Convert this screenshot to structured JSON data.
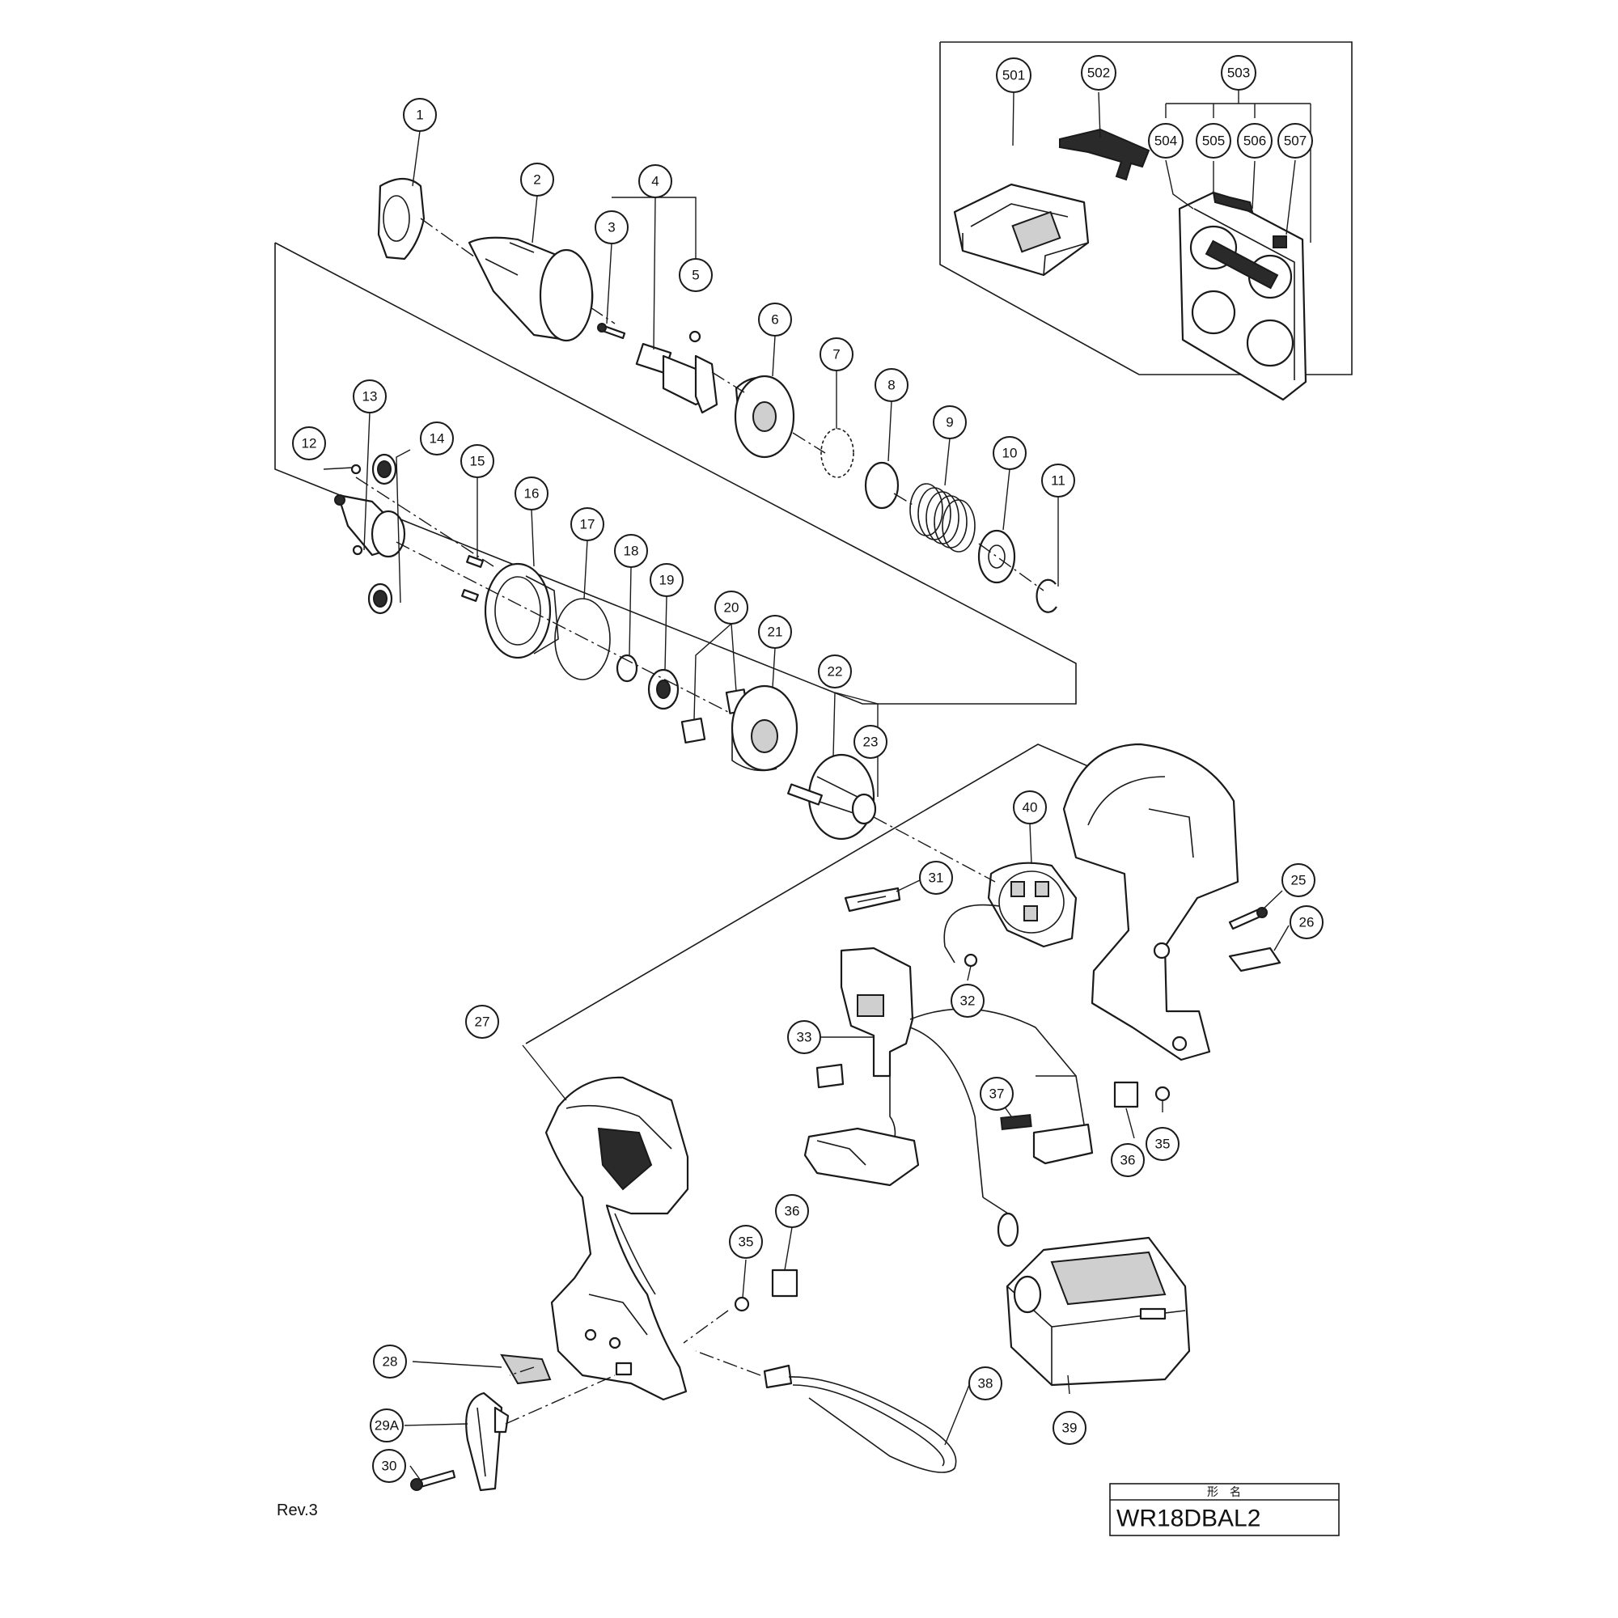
{
  "revision": "Rev.3",
  "title_block": {
    "header": "形　名",
    "model": "WR18DBAL2"
  },
  "parts": [
    "1",
    "2",
    "3",
    "4",
    "5",
    "6",
    "7",
    "8",
    "9",
    "10",
    "11",
    "12",
    "13",
    "14",
    "15",
    "16",
    "17",
    "18",
    "19",
    "20",
    "21",
    "22",
    "23",
    "25",
    "26",
    "27",
    "28",
    "29A",
    "30",
    "31",
    "32",
    "33",
    "35",
    "36",
    "37",
    "38",
    "39",
    "40",
    "501",
    "502",
    "503",
    "504",
    "505",
    "506",
    "507"
  ],
  "extra_callouts": {
    "c35b": "35",
    "c36b": "36"
  },
  "colors": {
    "line": "#1a1a1a",
    "background": "#ffffff"
  }
}
